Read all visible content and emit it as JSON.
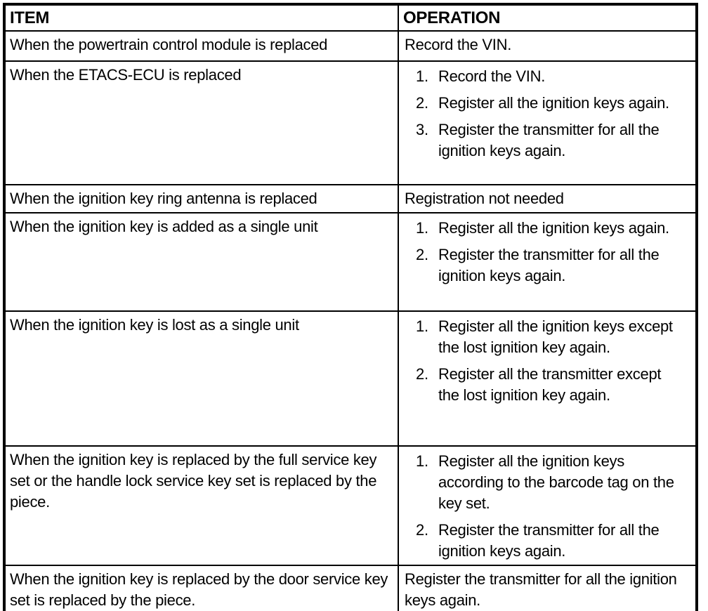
{
  "table": {
    "headers": [
      "ITEM",
      "OPERATION"
    ],
    "rows": [
      {
        "item": "When the powertrain control module is replaced",
        "operation": {
          "type": "text",
          "text": "Record the VIN."
        }
      },
      {
        "item": "When the ETACS-ECU is replaced",
        "operation": {
          "type": "list",
          "items": [
            "Record the VIN.",
            "Register all the ignition keys again.",
            "Register the transmitter for all the ignition keys again."
          ]
        }
      },
      {
        "item": "When the ignition key ring antenna is replaced",
        "operation": {
          "type": "text",
          "text": "Registration not needed"
        }
      },
      {
        "item": "When the ignition key is added as a single unit",
        "operation": {
          "type": "list",
          "items": [
            "Register all the ignition keys again.",
            "Register the transmitter for all the ignition keys again."
          ]
        }
      },
      {
        "item": "When the ignition key is lost as a single unit",
        "operation": {
          "type": "list",
          "items": [
            "Register all the ignition keys except the lost ignition key again.",
            "Register all the transmitter except the lost ignition key again."
          ]
        }
      },
      {
        "item": "When the ignition key is replaced by the full service key set or the handle lock service key set is replaced by the piece.",
        "operation": {
          "type": "list",
          "items": [
            "Register all the ignition keys according to the barcode tag on the key set.",
            "Register the transmitter for all the ignition keys again."
          ]
        }
      },
      {
        "item": "When the ignition key is replaced by the door service key set is replaced by the piece.",
        "operation": {
          "type": "text",
          "text": "Register the transmitter for all the ignition keys again."
        }
      }
    ]
  }
}
